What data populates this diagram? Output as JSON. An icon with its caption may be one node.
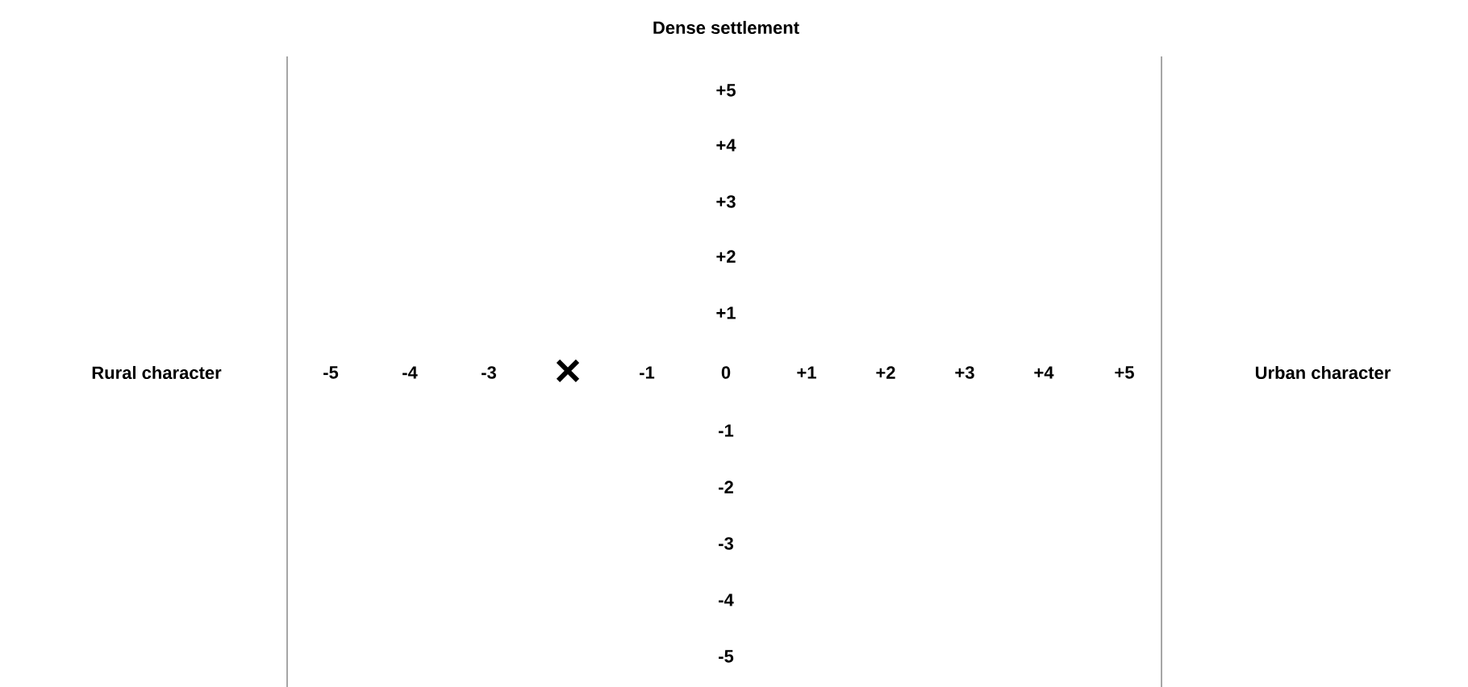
{
  "diagram": {
    "labels": [
      "Dense settlement",
      "+5",
      "+4",
      "+3",
      "+2",
      "+1",
      "Rural character",
      "-5",
      "-4",
      "-3",
      "-1",
      "0",
      "+1",
      "+2",
      "+3",
      "+4",
      "+5",
      "Urban character",
      "-1",
      "-2",
      "-3",
      "-4",
      "-5"
    ]
  }
}
